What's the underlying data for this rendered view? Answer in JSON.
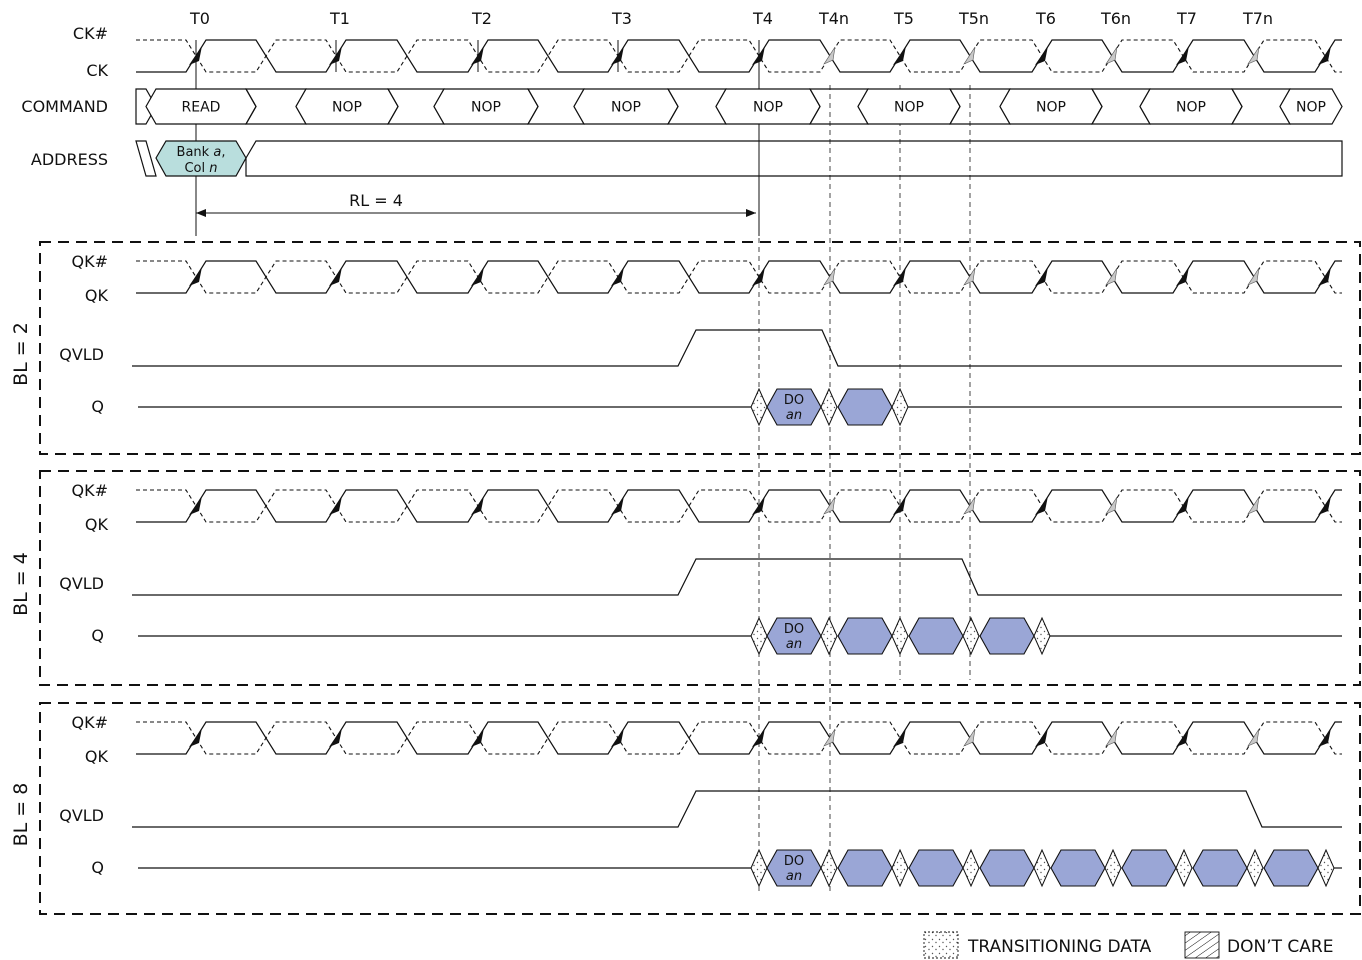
{
  "time_labels": [
    "T0",
    "T1",
    "T2",
    "T3",
    "T4",
    "T4n",
    "T5",
    "T5n",
    "T6",
    "T6n",
    "T7",
    "T7n"
  ],
  "signals": {
    "ck_bar": "CK#",
    "ck": "CK",
    "command": "COMMAND",
    "address": "ADDRESS",
    "qk_bar": "QK#",
    "qk": "QK",
    "qvld": "QVLD",
    "q": "Q"
  },
  "commands": [
    "READ",
    "NOP",
    "NOP",
    "NOP",
    "NOP",
    "NOP",
    "NOP",
    "NOP",
    "NOP"
  ],
  "address_value": {
    "line1_prefix": "Bank ",
    "line1_var": "a",
    "line1_suffix": ",",
    "line2_prefix": "Col ",
    "line2_var": "n"
  },
  "read_latency_label": "RL = 4",
  "panels": [
    {
      "label": "BL = 2",
      "burst": 2
    },
    {
      "label": "BL = 4",
      "burst": 4
    },
    {
      "label": "BL = 8",
      "burst": 8
    }
  ],
  "data_out": {
    "line1": "DO",
    "line2": "an"
  },
  "legend": {
    "transitioning": "TRANSITIONING DATA",
    "dont_care": "DON’T CARE"
  },
  "colors": {
    "address_fill": "#b9dedd",
    "data_fill": "#9aa6d6",
    "edge_gray": "#c8c8c8"
  }
}
